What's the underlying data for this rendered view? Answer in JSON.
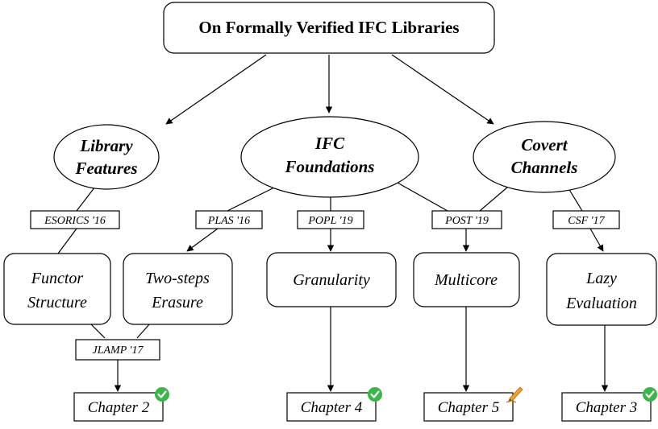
{
  "root": {
    "title": "On Formally Verified IFC Libraries"
  },
  "topics": {
    "library_features": {
      "line1": "Library",
      "line2": "Features"
    },
    "ifc_foundations": {
      "line1": "IFC",
      "line2": "Foundations"
    },
    "covert_channels": {
      "line1": "Covert",
      "line2": "Channels"
    }
  },
  "venues": {
    "esorics16": "ESORICS '16",
    "plas16": "PLAS '16",
    "popl19": "POPL '19",
    "post19": "POST '19",
    "csf17": "CSF '17",
    "jlamp17": "JLAMP '17"
  },
  "works": {
    "functor": {
      "line1": "Functor",
      "line2": "Structure"
    },
    "erasure": {
      "line1": "Two-steps",
      "line2": "Erasure"
    },
    "granularity": {
      "line1": "Granularity"
    },
    "multicore": {
      "line1": "Multicore"
    },
    "lazy": {
      "line1": "Lazy",
      "line2": "Evaluation"
    }
  },
  "chapters": {
    "ch2": {
      "label": "Chapter 2",
      "status": "done"
    },
    "ch4": {
      "label": "Chapter 4",
      "status": "done"
    },
    "ch5": {
      "label": "Chapter 5",
      "status": "in-progress"
    },
    "ch3": {
      "label": "Chapter 3",
      "status": "done"
    }
  },
  "colors": {
    "done_badge": "#3cb54a",
    "pencil": "#f0a030"
  }
}
